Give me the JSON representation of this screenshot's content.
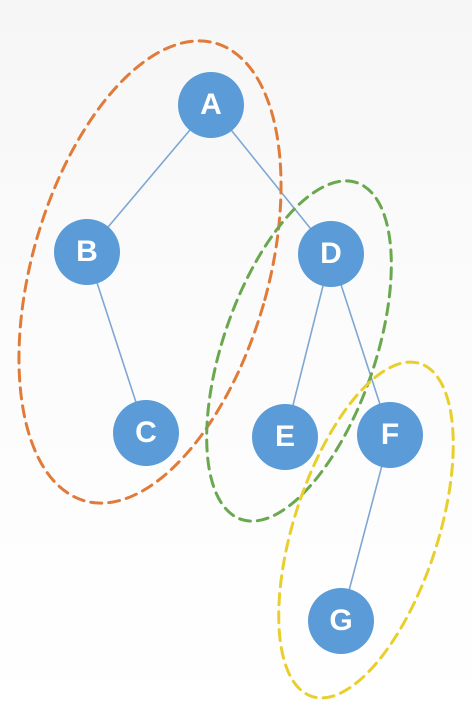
{
  "colors": {
    "node_fill": "#5a9bd8",
    "edge": "#7fa7d3",
    "node_label": "#ffffff"
  },
  "nodes": [
    {
      "id": "A",
      "label": "A"
    },
    {
      "id": "B",
      "label": "B"
    },
    {
      "id": "C",
      "label": "C"
    },
    {
      "id": "D",
      "label": "D"
    },
    {
      "id": "E",
      "label": "E"
    },
    {
      "id": "F",
      "label": "F"
    },
    {
      "id": "G",
      "label": "G"
    }
  ],
  "edges": [
    {
      "from": "A",
      "to": "B"
    },
    {
      "from": "A",
      "to": "D"
    },
    {
      "from": "B",
      "to": "C"
    },
    {
      "from": "D",
      "to": "E"
    },
    {
      "from": "D",
      "to": "F"
    },
    {
      "from": "F",
      "to": "G"
    }
  ],
  "groups": [
    {
      "id": "group-orange",
      "color": "#e07b39",
      "members": [
        "A",
        "B",
        "C"
      ]
    },
    {
      "id": "group-green",
      "color": "#6aa84f",
      "members": [
        "D",
        "E"
      ]
    },
    {
      "id": "group-yellow",
      "color": "#e8cf2e",
      "members": [
        "F",
        "G"
      ]
    }
  ]
}
